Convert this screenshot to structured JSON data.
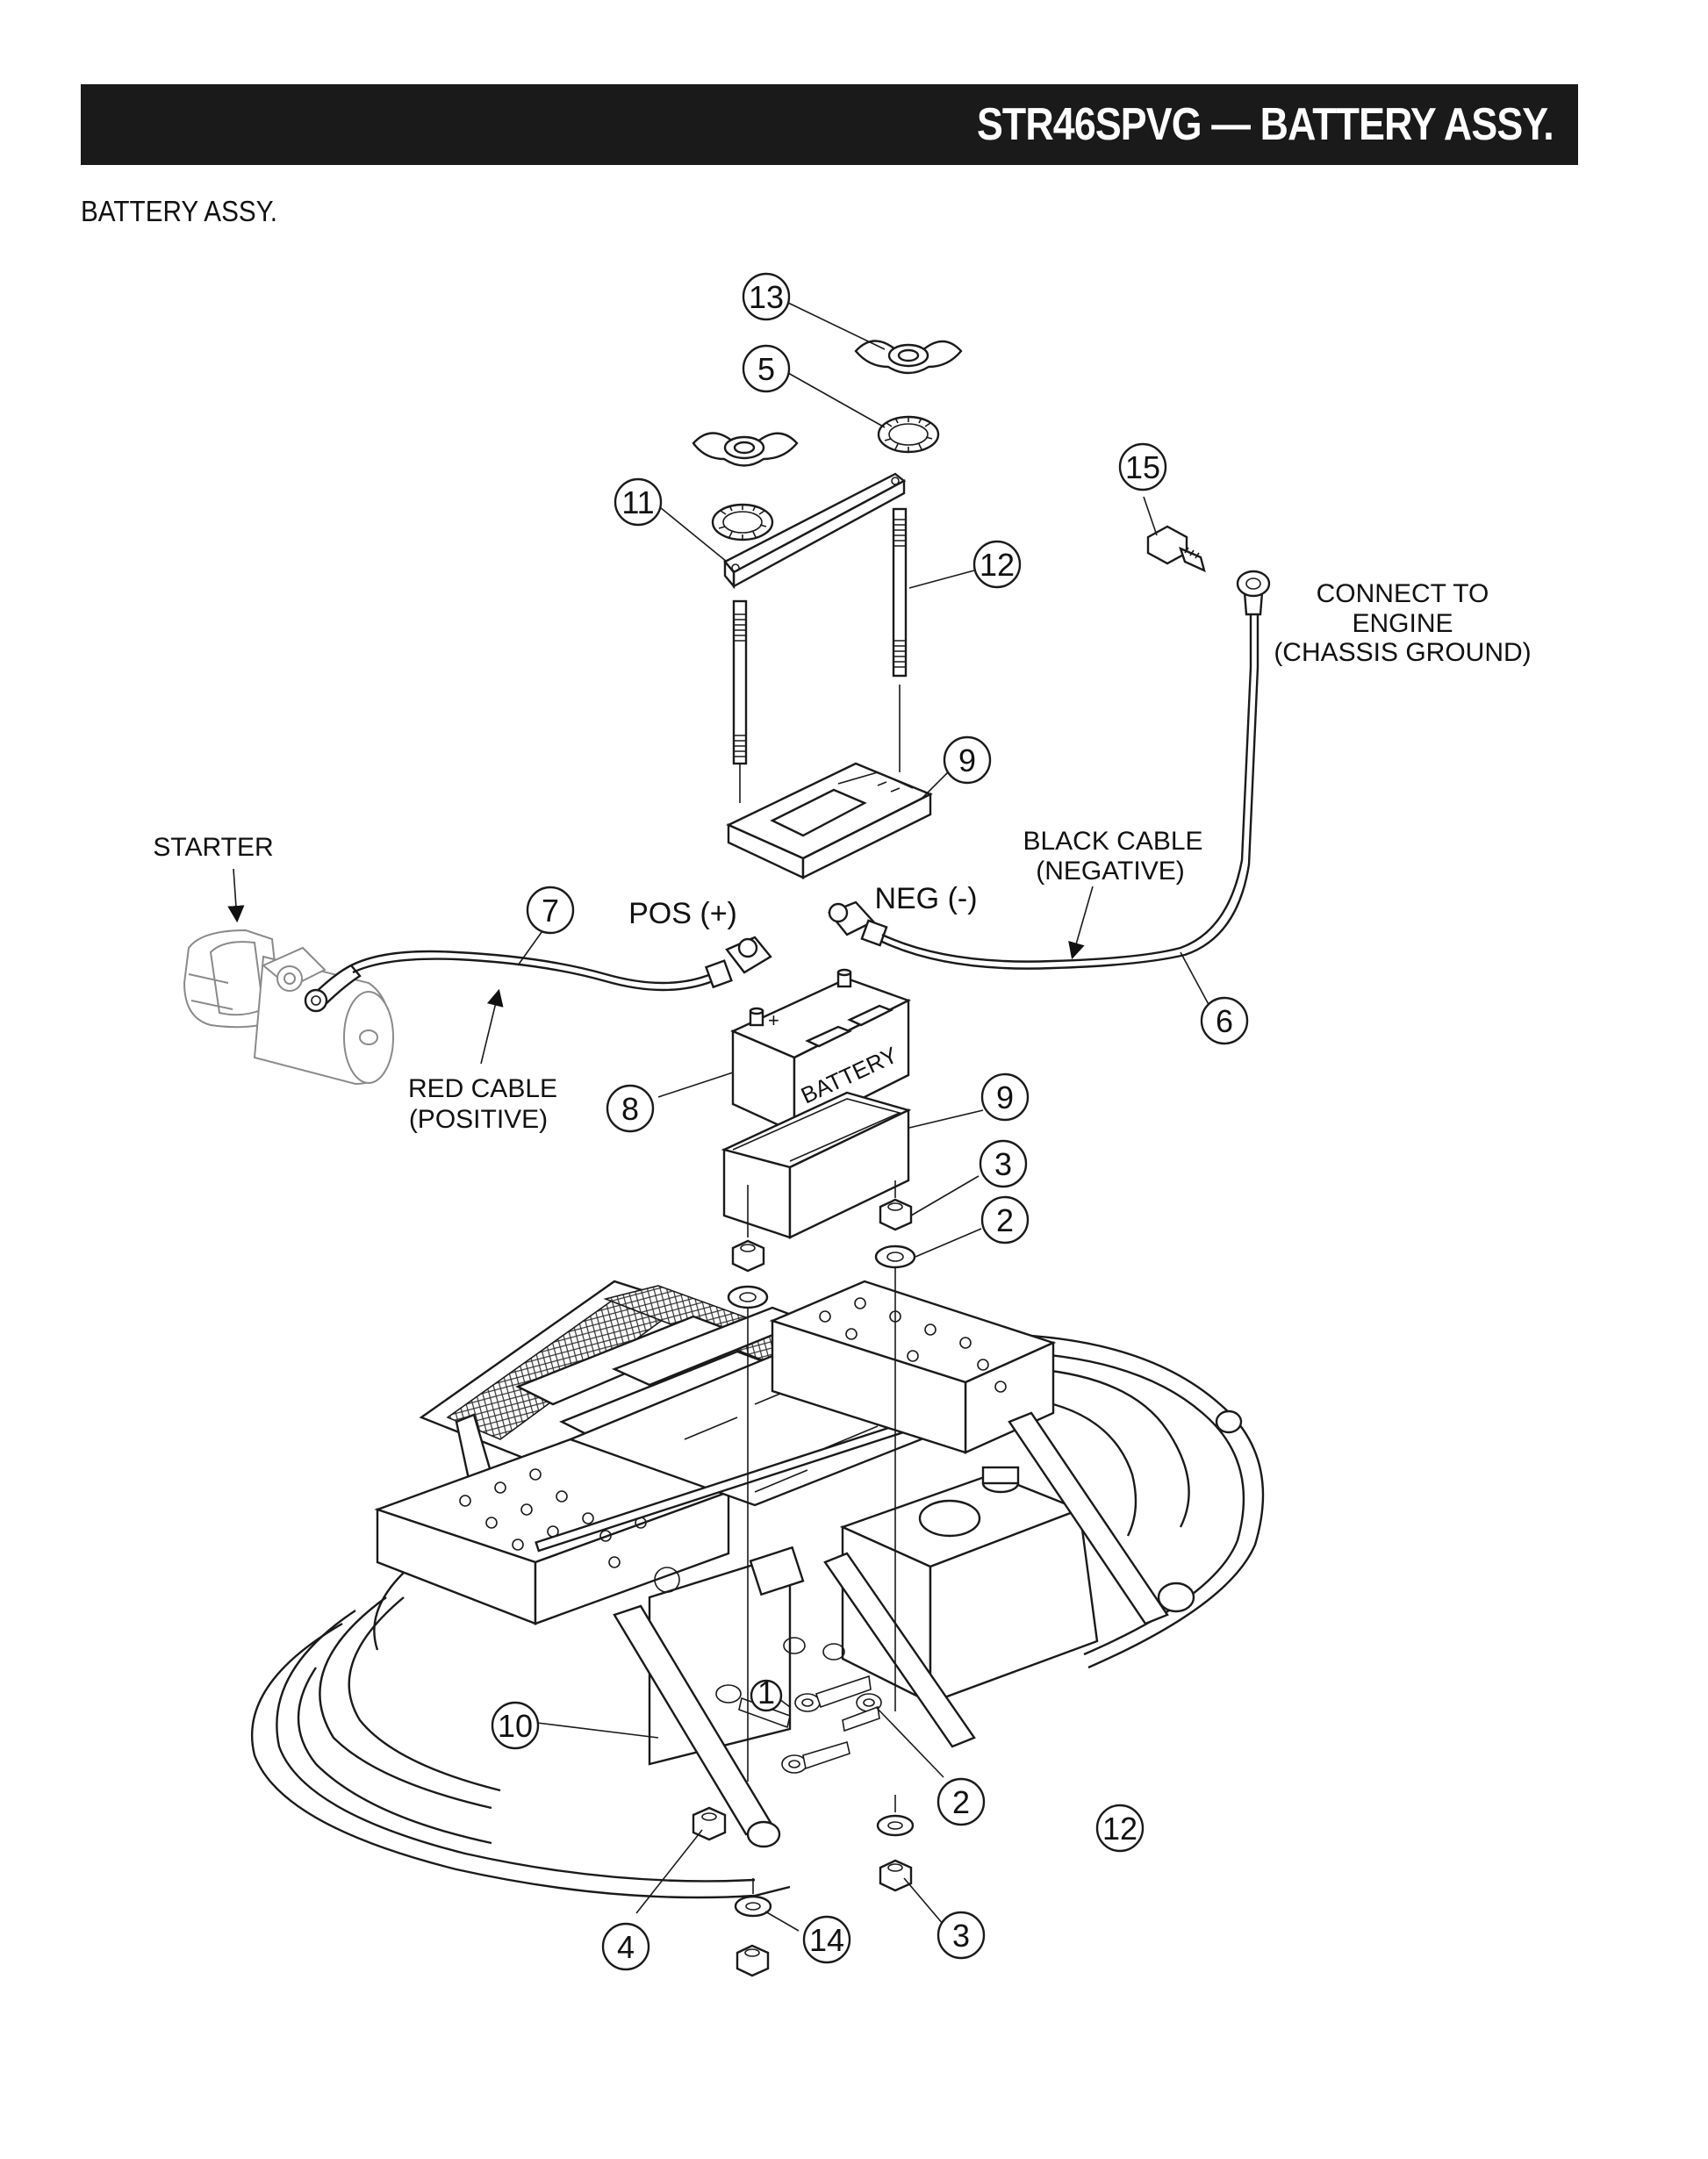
{
  "header": {
    "title": "STR46SPVG — BATTERY ASSY."
  },
  "subtitle": "BATTERY ASSY.",
  "labels": {
    "starter": "STARTER",
    "pos": "POS (+)",
    "neg": "NEG (-)",
    "red_cable_1": "RED CABLE",
    "red_cable_2": "(POSITIVE)",
    "black_cable_1": "BLACK CABLE",
    "black_cable_2": "(NEGATIVE)",
    "connect_1": "CONNECT TO",
    "connect_2": "ENGINE",
    "connect_3": "(CHASSIS GROUND)",
    "battery_text": "BATTERY",
    "battery_plus": "+"
  },
  "callouts": {
    "c13": "13",
    "c5": "5",
    "c11": "11",
    "c12a": "12",
    "c15": "15",
    "c9a": "9",
    "c7": "7",
    "c6": "6",
    "c8": "8",
    "c9b": "9",
    "c3a": "3",
    "c2a": "2",
    "c10": "10",
    "c1": "1",
    "c2b": "2",
    "c12b": "12",
    "c4": "4",
    "c14": "14",
    "c3b": "3"
  }
}
